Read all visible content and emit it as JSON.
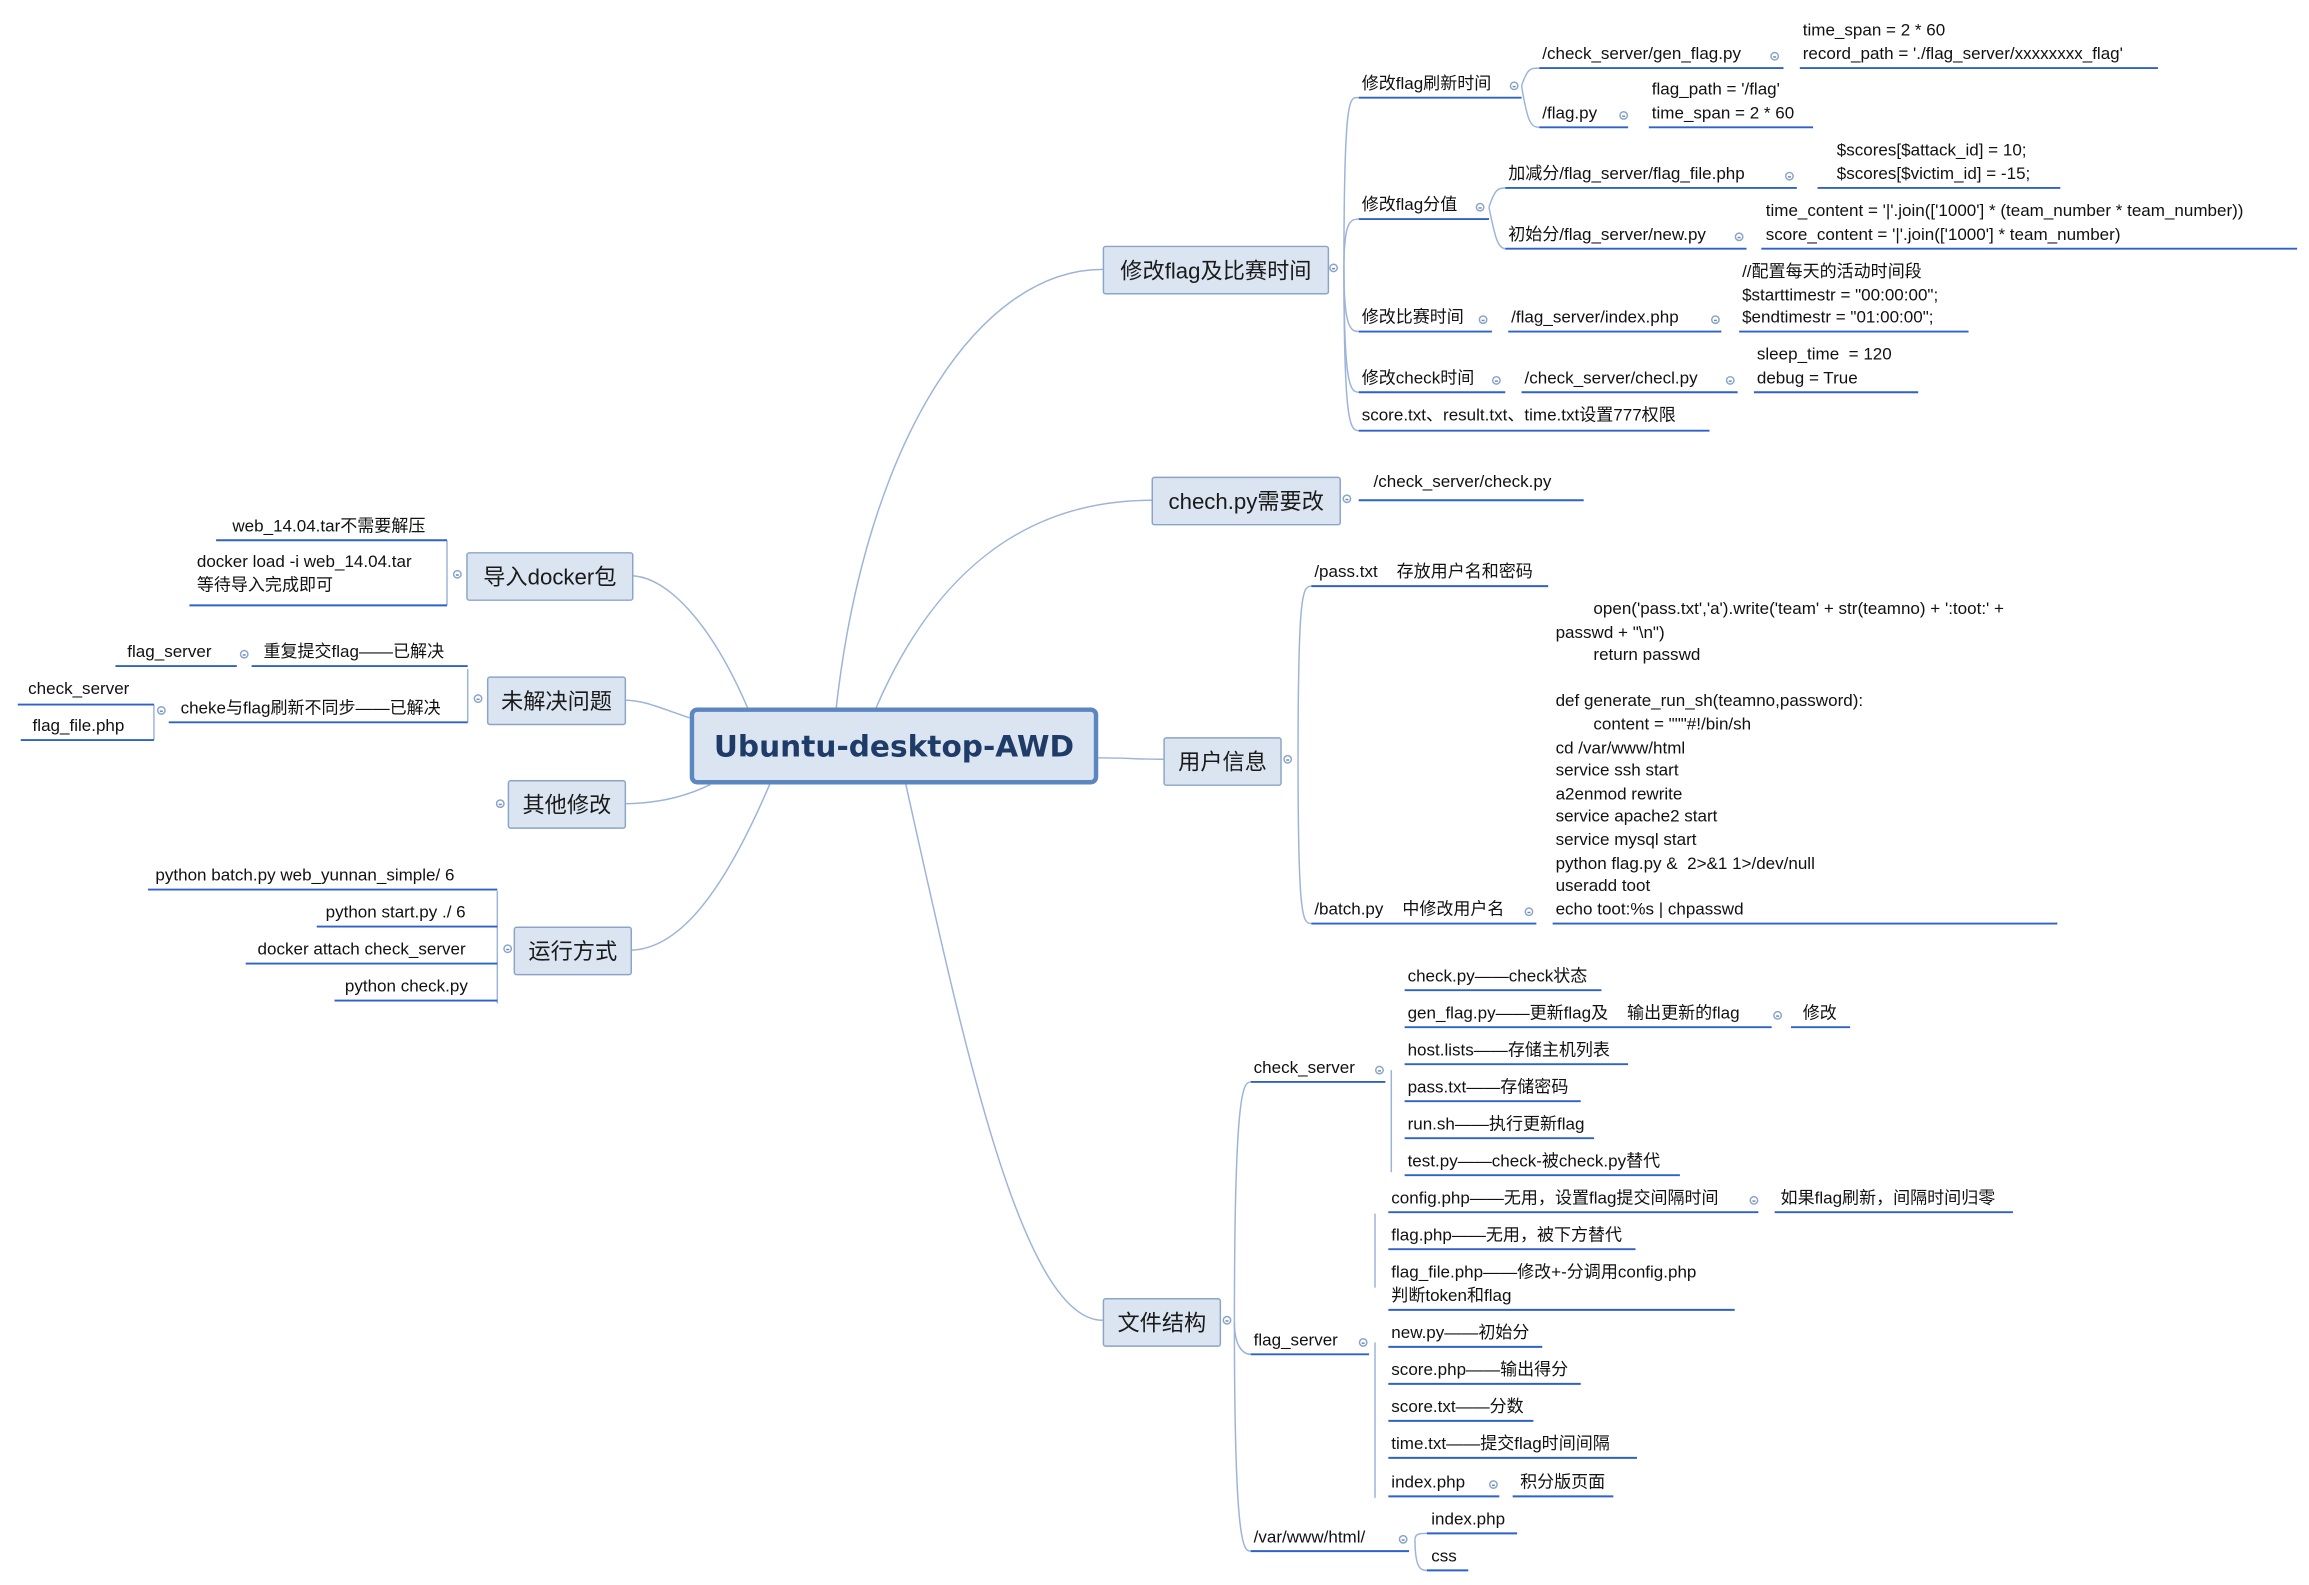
{
  "central": "Ubuntu-desktop-AWD",
  "colors": {
    "branch_line": "#9db4d8",
    "underline": "#2f62c9",
    "box_fill": "#dbe5f1",
    "central_border": "#5b86c0"
  },
  "topics": {
    "flag_time": {
      "label": "修改flag及比赛时间",
      "refresh": {
        "label": "修改flag刷新时间",
        "gen_flag": {
          "path": "/check_server/gen_flag.py",
          "detail": "time_span = 2 * 60\nrecord_path = './flag_server/xxxxxxxx_flag'"
        },
        "flag_py": {
          "path": "/flag.py",
          "detail": "flag_path = '/flag'\ntime_span = 2 * 60"
        }
      },
      "score": {
        "label": "修改flag分值",
        "plus_minus": {
          "path": "加减分/flag_server/flag_file.php",
          "detail": "$scores[$attack_id] = 10;\n$scores[$victim_id] = -15;"
        },
        "init": {
          "path": "初始分/flag_server/new.py",
          "detail": "time_content = '|'.join(['1000'] * (team_number * team_number))\nscore_content = '|'.join(['1000'] * team_number)"
        }
      },
      "match_time": {
        "label": "修改比赛时间",
        "path": "/flag_server/index.php",
        "detail": "//配置每天的活动时间段\n$starttimestr = \"00:00:00\";\n$endtimestr = \"01:00:00\";"
      },
      "check_time": {
        "label": "修改check时间",
        "path": "/check_server/checl.py",
        "detail": "sleep_time  = 120\ndebug = True"
      },
      "perm": "score.txt、result.txt、time.txt设置777权限"
    },
    "check_fix": {
      "label": "chech.py需要改",
      "path": "/check_server/check.py"
    },
    "user_info": {
      "label": "用户信息",
      "pass_txt": "/pass.txt    存放用户名和密码",
      "batch": "/batch.py    中修改用户名",
      "code": "        open('pass.txt','a').write('team' + str(teamno) + ':toot:' +\npasswd + \"\\n\")\n        return passwd\n\ndef generate_run_sh(teamno,password):\n        content = \"\"\"#!/bin/sh\ncd /var/www/html\nservice ssh start\na2enmod rewrite\nservice apache2 start\nservice mysql start\npython flag.py &  2>&1 1>/dev/null\nuseradd toot\necho toot:%s | chpasswd"
    },
    "files": {
      "label": "文件结构",
      "check_server": {
        "label": "check_server",
        "items": [
          "check.py——check状态",
          "gen_flag.py——更新flag及    输出更新的flag",
          "host.lists——存储主机列表",
          "pass.txt——存储密码",
          "run.sh——执行更新flag",
          "test.py——check-被check.py替代"
        ],
        "gen_flag_note": "修改"
      },
      "flag_server": {
        "label": "flag_server",
        "items": [
          "config.php——无用，设置flag提交间隔时间",
          "flag.php——无用，被下方替代",
          "flag_file.php——修改+-分调用config.php\n判断token和flag",
          "new.py——初始分",
          "score.php——输出得分",
          "score.txt——分数",
          "time.txt——提交flag时间间隔",
          "index.php"
        ],
        "config_note": "如果flag刷新，间隔时间归零",
        "index_note": "积分版页面"
      },
      "www": {
        "label": "/var/www/html/",
        "items": [
          "index.php",
          "css"
        ]
      }
    },
    "docker": {
      "label": "导入docker包",
      "items": [
        "web_14.04.tar不需要解压",
        "docker load -i web_14.04.tar\n等待导入完成即可"
      ]
    },
    "issues": {
      "label": "未解决问题",
      "items": [
        "重复提交flag——已解决",
        "cheke与flag刷新不同步——已解决"
      ],
      "item1_refs": [
        "flag_server"
      ],
      "item2_refs": [
        "check_server",
        "flag_file.php"
      ]
    },
    "other": {
      "label": "其他修改"
    },
    "run": {
      "label": "运行方式",
      "items": [
        "python batch.py web_yunnan_simple/ 6",
        "python start.py ./ 6",
        "docker attach check_server",
        "python check.py"
      ]
    }
  }
}
